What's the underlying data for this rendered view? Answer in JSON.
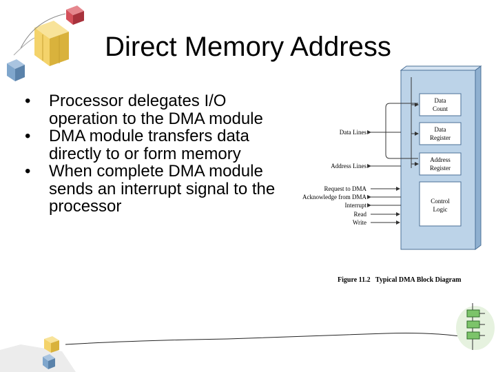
{
  "slide": {
    "title": "Direct Memory Address",
    "bullets": [
      "Processor delegates I/O operation to the DMA module",
      "DMA module transfers data directly to or form memory",
      "When complete DMA module sends an interrupt signal to the processor"
    ]
  },
  "diagram": {
    "blocks": [
      {
        "line1": "Data",
        "line2": "Count"
      },
      {
        "line1": "Data",
        "line2": "Register"
      },
      {
        "line1": "Address",
        "line2": "Register"
      },
      {
        "line1": "Control",
        "line2": "Logic"
      }
    ],
    "lines": {
      "data_lines": "Data Lines",
      "address_lines": "Address Lines",
      "request": "Request to DMA",
      "acknowledge": "Acknowledge from DMA",
      "interrupt": "Interrupt",
      "read": "Read",
      "write": "Write"
    },
    "caption": "Figure 11.2   Typical DMA Block Diagram"
  },
  "colors": {
    "block_fill": "#bcd3e8",
    "block_border": "#4a6f96",
    "register_fill": "#ffffff",
    "cube_yellow": "#f4d36b",
    "cube_blue": "#7fa6cc",
    "cube_red": "#d4505a",
    "cube_green": "#7cc46a"
  },
  "decor": {
    "top_left": "building-blocks-icon",
    "bottom_left": "building-blocks-icon",
    "bottom_right": "flowchart-icon"
  }
}
